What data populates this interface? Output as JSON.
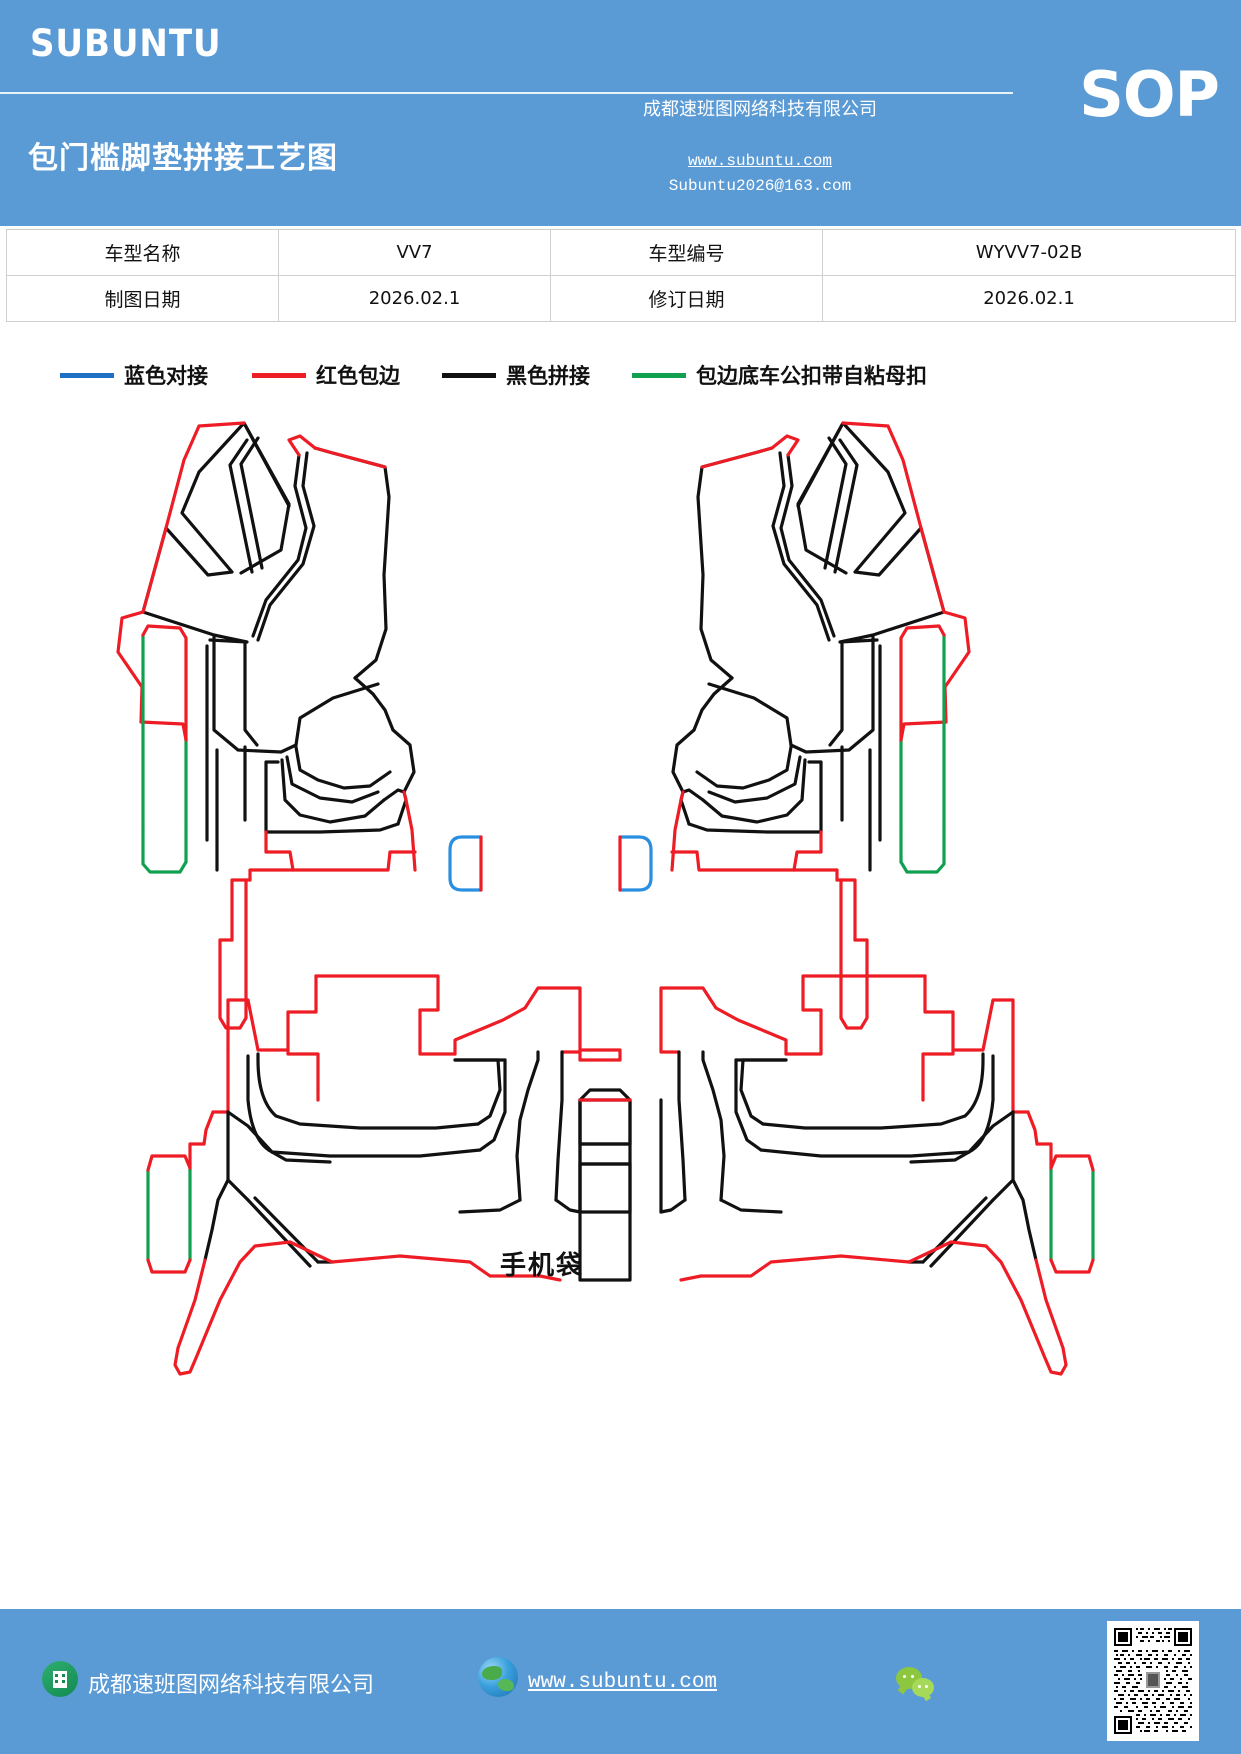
{
  "header": {
    "brand": "SUBUNTU",
    "doc_title": "包门槛脚垫拼接工艺图",
    "company": "成都速班图网络科技有限公司",
    "website": "www.subuntu.com",
    "email": "Subuntu2026@163.com",
    "doc_type": "SOP",
    "bg_color": "#5b9bd5"
  },
  "info_table": {
    "rows": [
      {
        "label1": "车型名称",
        "value1": "VV7",
        "label2": "车型编号",
        "value2": "WYVV7-02B"
      },
      {
        "label1": "制图日期",
        "value1": "2026.02.1",
        "label2": "修订日期",
        "value2": "2026.02.1"
      }
    ]
  },
  "legend": {
    "items": [
      {
        "color": "#1f6fc4",
        "label": "蓝色对接",
        "name": "blue-butt-joint"
      },
      {
        "color": "#ee1c25",
        "label": "红色包边",
        "name": "red-edge-binding"
      },
      {
        "color": "#111111",
        "label": "黑色拼接",
        "name": "black-splice"
      },
      {
        "color": "#11a050",
        "label": "包边底车公扣带自粘母扣",
        "name": "green-hook-loop"
      }
    ]
  },
  "diagram": {
    "pocket_label": "手机袋",
    "stroke_colors": {
      "red": "#ee1c25",
      "black": "#111111",
      "green": "#11a050",
      "blue": "#2a8fe0"
    },
    "parts": [
      "front-left-mat",
      "front-left-sill-strip",
      "front-right-mat",
      "front-right-sill-strip",
      "phone-pocket-left",
      "phone-pocket-right",
      "rear-mat-assembly",
      "rear-left-sill-strip",
      "rear-right-sill-strip",
      "center-tunnel-piece"
    ]
  },
  "footer": {
    "company": "成都速班图网络科技有限公司",
    "website": "www.subuntu.com",
    "bg_color": "#5b9bd5"
  }
}
